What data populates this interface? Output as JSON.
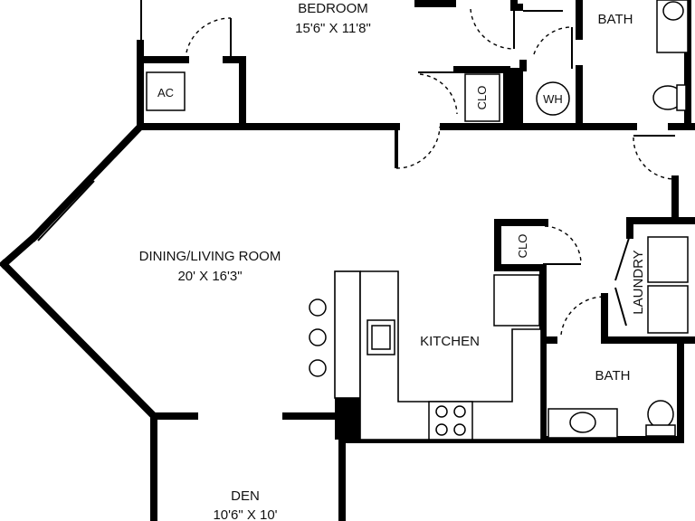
{
  "rooms": {
    "bedroom": {
      "name": "BEDROOM",
      "size": "15'6\" X 11'8\""
    },
    "bath_top": {
      "name": "BATH"
    },
    "dining_living": {
      "name": "DINING/LIVING ROOM",
      "size": "20' X 16'3\""
    },
    "kitchen": {
      "name": "KITCHEN"
    },
    "bath_bottom": {
      "name": "BATH"
    },
    "den": {
      "name": "DEN",
      "size": "10'6\" X 10'"
    }
  },
  "fixtures": {
    "ac": "AC",
    "water_heater": "WH",
    "closet_top": "CLO",
    "closet_kitchen": "CLO",
    "laundry": "LAUNDRY"
  }
}
